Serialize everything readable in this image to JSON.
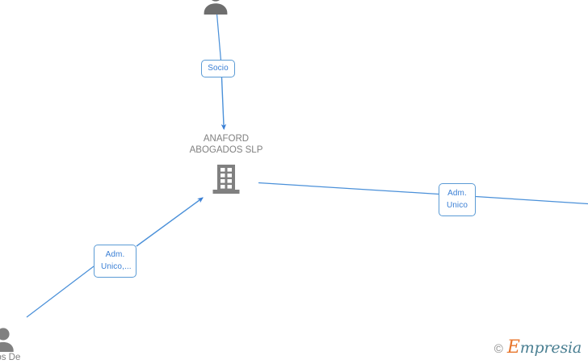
{
  "diagram": {
    "type": "corporate-relationship-graph",
    "background_color": "#ffffff",
    "edge_color": "#4a90d9",
    "label_border_color": "#5b9bd5",
    "label_text_color": "#3a7fd5",
    "node_icon_color": "#808080",
    "caption_color": "#808080",
    "nodes": [
      {
        "id": "person-top",
        "kind": "person",
        "icon": "person-icon",
        "caption": "",
        "clipped": "top"
      },
      {
        "id": "company-center",
        "kind": "company",
        "icon": "building-icon",
        "caption_line1": "ANAFORD",
        "caption_line2": "ABOGADOS  SLP"
      },
      {
        "id": "person-bottom-left",
        "kind": "person",
        "icon": "person-icon",
        "caption": "...cos De",
        "clipped": "left"
      }
    ],
    "edges": [
      {
        "id": "edge-socio",
        "from": "person-top",
        "to": "company-center",
        "label": "Socio",
        "arrow": "to"
      },
      {
        "id": "edge-adm-unico-right",
        "from": "company-center",
        "to": "off-screen-right",
        "label_line1": "Adm.",
        "label_line2": "Unico",
        "arrow": "none"
      },
      {
        "id": "edge-adm-unico-left",
        "from": "person-bottom-left",
        "to": "company-center",
        "label_line1": "Adm.",
        "label_line2": "Unico,...",
        "arrow": "to"
      }
    ]
  },
  "labels": {
    "socio": "Socio",
    "adm_right_line1": "Adm.",
    "adm_right_line2": "Unico",
    "adm_left_line1": "Adm.",
    "adm_left_line2": "Unico,...",
    "company_line1": "ANAFORD",
    "company_line2": "ABOGADOS  SLP",
    "person_bottom_caption": "...cos De"
  },
  "watermark": {
    "copyright_symbol": "©",
    "brand_initial": "E",
    "brand_rest": "mpresia",
    "brand_color": "#4a7f92",
    "initial_color": "#e8762c"
  }
}
